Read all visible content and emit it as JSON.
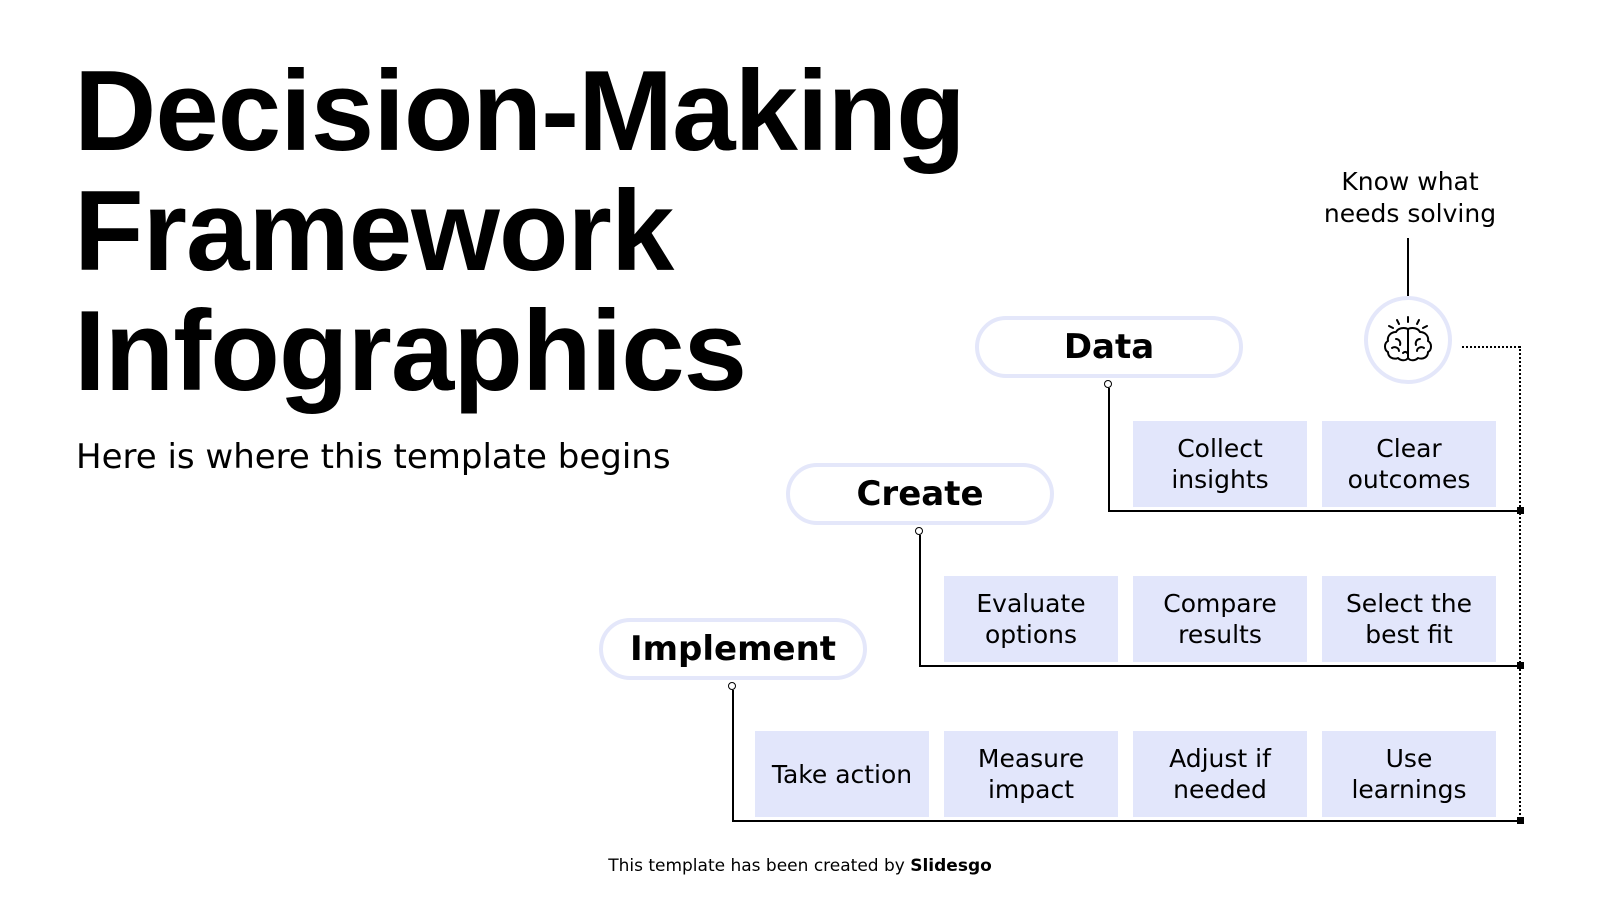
{
  "title": {
    "line1": "Decision-Making",
    "line2": "Framework",
    "line3": "Infographics"
  },
  "subtitle": "Here is where this template begins",
  "top_note": {
    "line1": "Know what",
    "line2": "needs solving",
    "icon": "brain-icon"
  },
  "stages": [
    {
      "label": "Data",
      "items": [
        [
          "Collect",
          "insights"
        ],
        [
          "Clear",
          "outcomes"
        ]
      ]
    },
    {
      "label": "Create",
      "items": [
        [
          "Evaluate",
          "options"
        ],
        [
          "Compare",
          "results"
        ],
        [
          "Select the",
          "best fit"
        ]
      ]
    },
    {
      "label": "Implement",
      "items": [
        [
          "Take action"
        ],
        [
          "Measure",
          "impact"
        ],
        [
          "Adjust if",
          "needed"
        ],
        [
          "Use",
          "learnings"
        ]
      ]
    }
  ],
  "footer": {
    "prefix": "This template has been created by",
    "brand": "Slidesgo"
  },
  "colors": {
    "box_fill": "#e2e6fb",
    "pill_border": "#e4e7fa",
    "text": "#000000"
  }
}
